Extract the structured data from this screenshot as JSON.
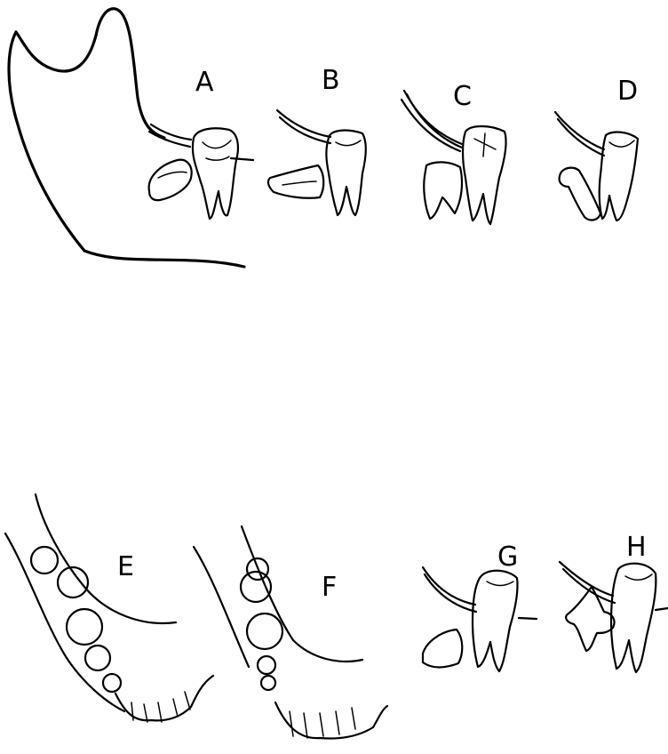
{
  "figure": {
    "labels": {
      "a": "A",
      "b": "B",
      "c": "C",
      "d": "D",
      "e": "E",
      "f": "F",
      "g": "G",
      "h": "H"
    }
  }
}
